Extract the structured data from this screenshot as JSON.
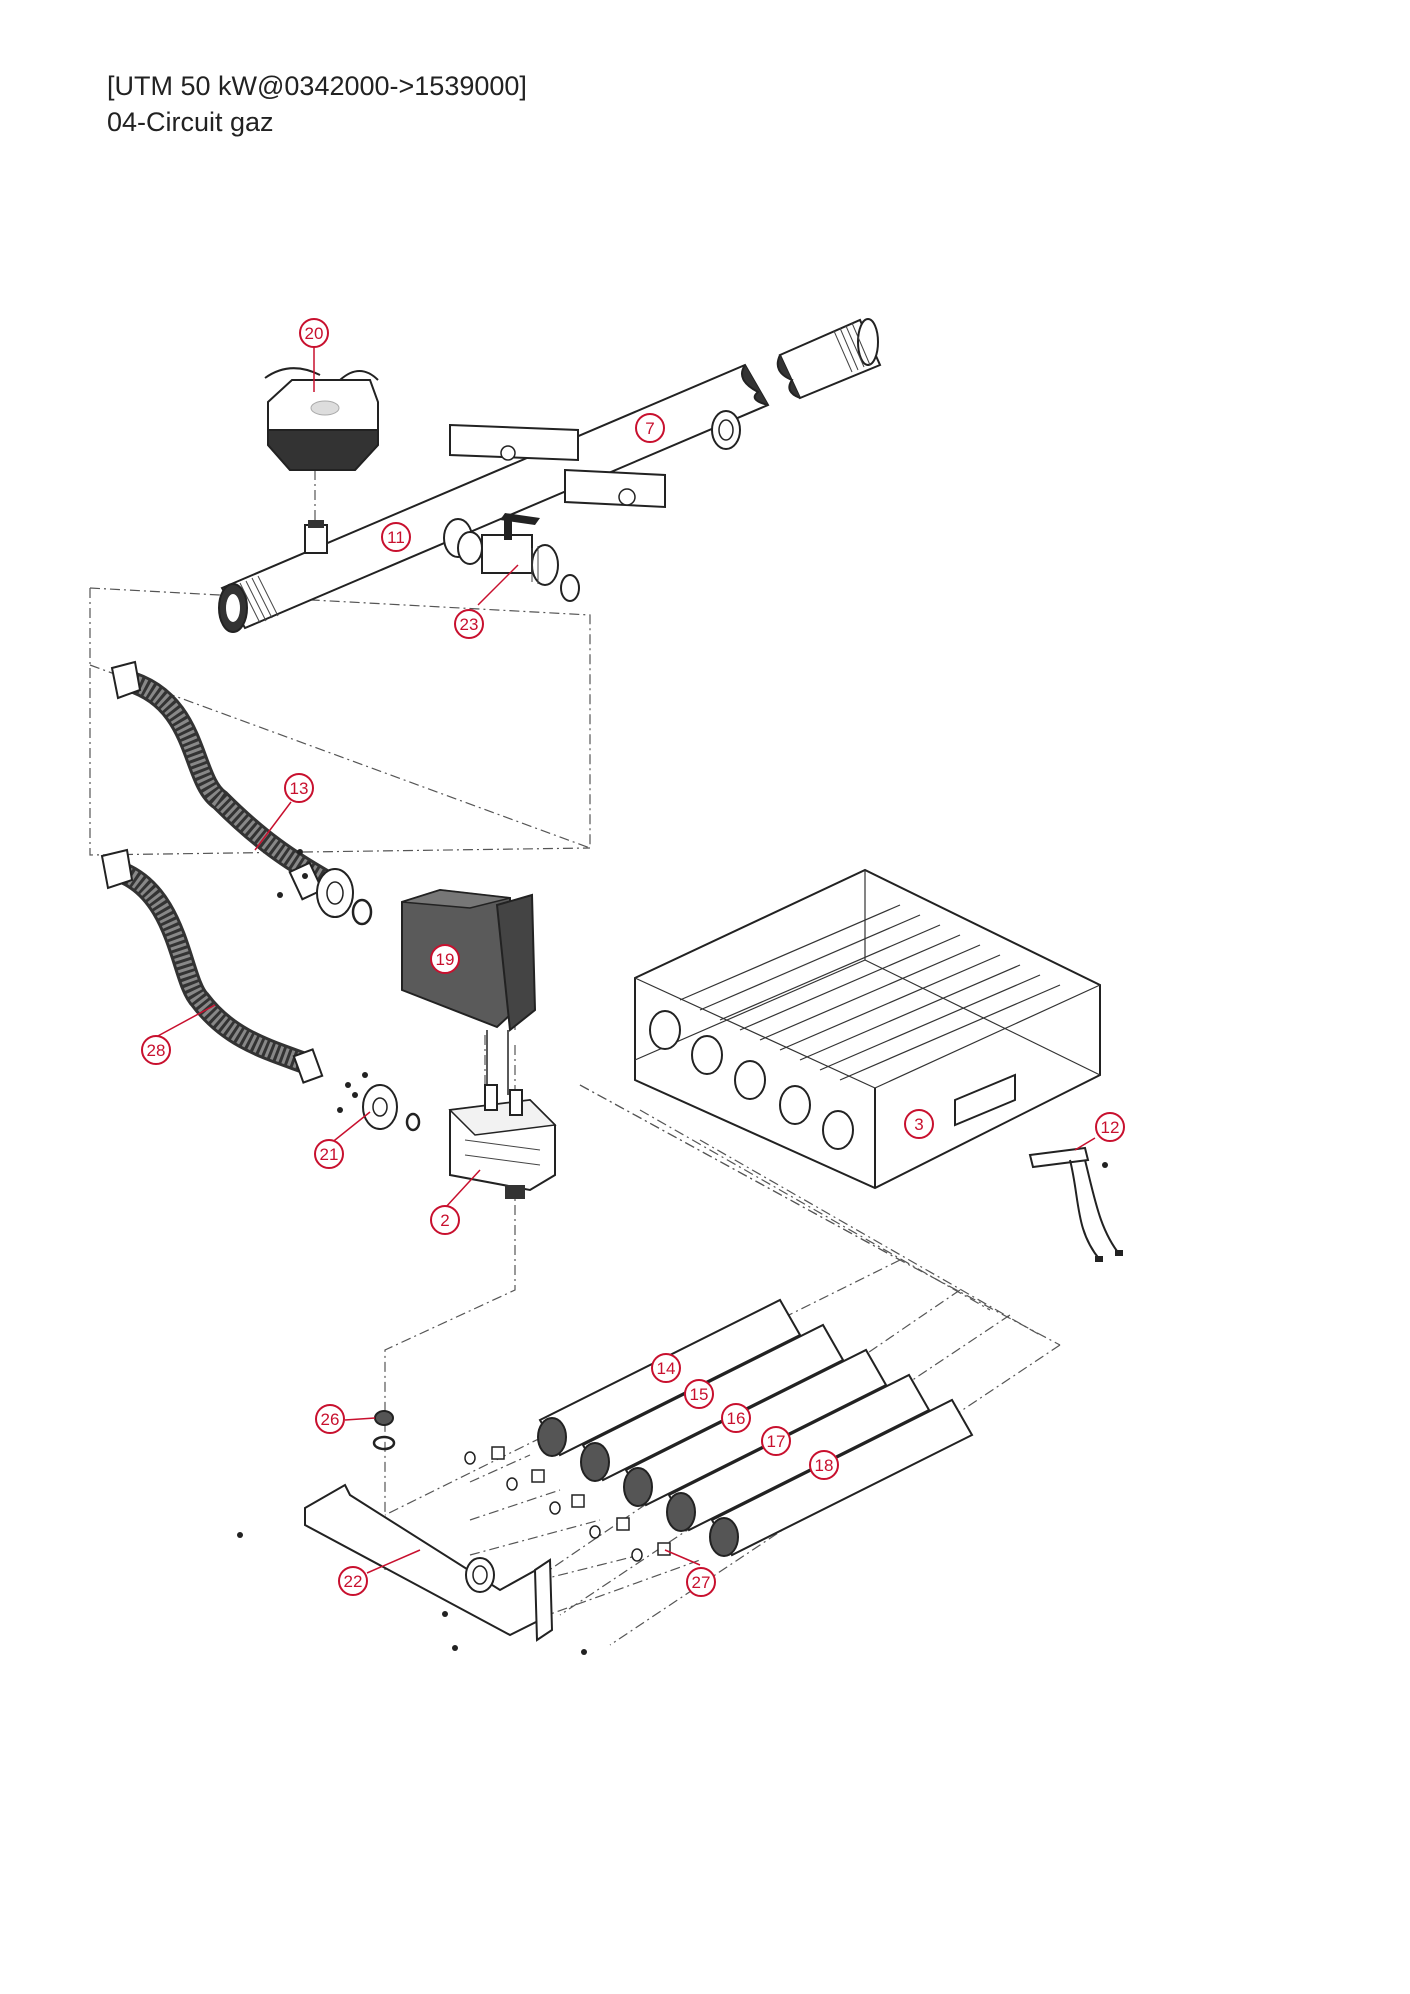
{
  "header": {
    "line1": "[UTM 50 kW@0342000->1539000]",
    "line2": "04-Circuit gaz"
  },
  "labels": {
    "l2": "2",
    "l3": "3",
    "l7": "7",
    "l11": "11",
    "l12": "12",
    "l13": "13",
    "l14": "14",
    "l15": "15",
    "l16": "16",
    "l17": "17",
    "l18": "18",
    "l19": "19",
    "l20": "20",
    "l21": "21",
    "l22": "22",
    "l23": "23",
    "l26": "26",
    "l27": "27",
    "l28": "28"
  },
  "colors": {
    "callout": "#c8102e",
    "line": "#222222",
    "gas_valve_box": "#555555"
  }
}
